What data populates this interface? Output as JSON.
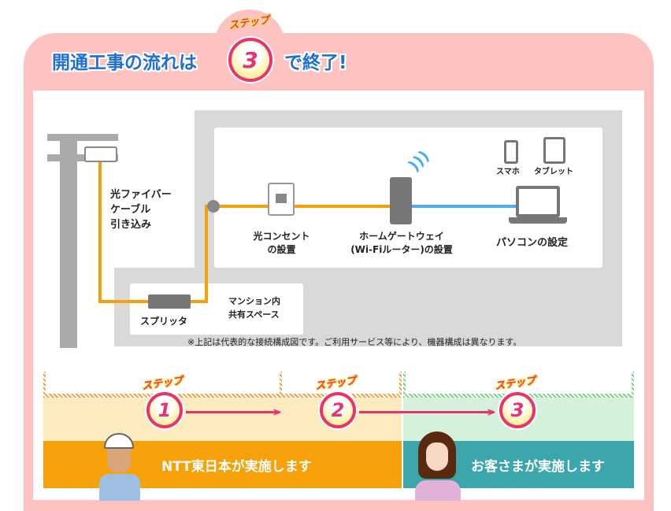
{
  "header": {
    "title_before": "開通工事の流れは",
    "title_step_label": "ステップ",
    "title_step_number": "3",
    "title_after": "で終了!"
  },
  "diagram": {
    "fiber_label": [
      "光ファイバー",
      "ケーブル",
      "引き込み"
    ],
    "splitter_label": "スプリッタ",
    "shared_space_label": [
      "マンション内",
      "共有スペース"
    ],
    "outlet_label": [
      "光コンセント",
      "の設置"
    ],
    "router_label": [
      "ホームゲートウェイ",
      "(Wi-Fiルーター)の設置"
    ],
    "smartphone_label": "スマホ",
    "tablet_label": "タブレット",
    "pc_label": "パソコンの設定",
    "note": "※上記は代表的な接続構成図です。ご利用サービス等により、機器構成は異なります。"
  },
  "steps": [
    {
      "label": "ステップ",
      "number": "1"
    },
    {
      "label": "ステップ",
      "number": "2"
    },
    {
      "label": "ステップ",
      "number": "3"
    }
  ],
  "bands": {
    "ntt": "NTT東日本が実施します",
    "customer": "お客さまが実施します"
  },
  "colors": {
    "pink": "#fdc3c3",
    "orange": "#f6a10a",
    "teal": "#3ca6ad",
    "blue": "#1e6fd6",
    "magenta": "#e8336f"
  }
}
